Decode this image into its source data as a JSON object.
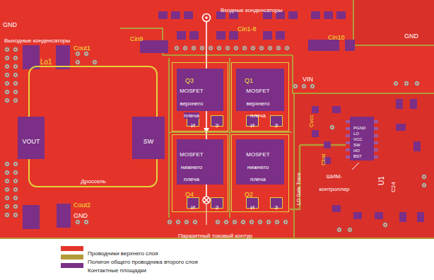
{
  "diagram": {
    "nodes": [
      {
        "text": [
          "Lo1",
          "Дроссель"
        ]
      },
      {
        "text": [
          "VOUT"
        ]
      },
      {
        "text": [
          "SW"
        ]
      },
      {
        "text": [
          "Q3",
          "MOSFET верхнего плеча",
          "И",
          "З"
        ]
      },
      {
        "text": [
          "Q1",
          "MOSFET верхнего плеча",
          "И",
          "З"
        ]
      },
      {
        "text": [
          "MOSFET нижнего плеча",
          "И",
          "З",
          "Q4"
        ]
      },
      {
        "text": [
          "MOSFET нижнего плеча",
          "И",
          "З",
          "Q2"
        ]
      }
    ],
    "labels": [
      "GND",
      "Входные конденсаторы",
      "Выходные конденсаторы",
      "Cin9",
      "Cin1-8",
      "Cin10",
      "GND",
      "Cout1",
      "VIN",
      "Cout2",
      "GND",
      "Паразитный токовый контур",
      "LO Gate Trace",
      "Cvcc",
      "Cbst",
      "PGND",
      "LO",
      "VCC",
      "SW",
      "HO",
      "BST",
      "ШИМ-контроллер",
      "U1",
      "C24"
    ],
    "legend": [
      {
        "text": "Проводники верхнего слоя",
        "color": "#e4342a"
      },
      {
        "text": "Полигон общего проводника второго слоя",
        "color": "#b29a3a"
      },
      {
        "text": "Контактные площадки",
        "color": "#7b2f87"
      }
    ]
  }
}
